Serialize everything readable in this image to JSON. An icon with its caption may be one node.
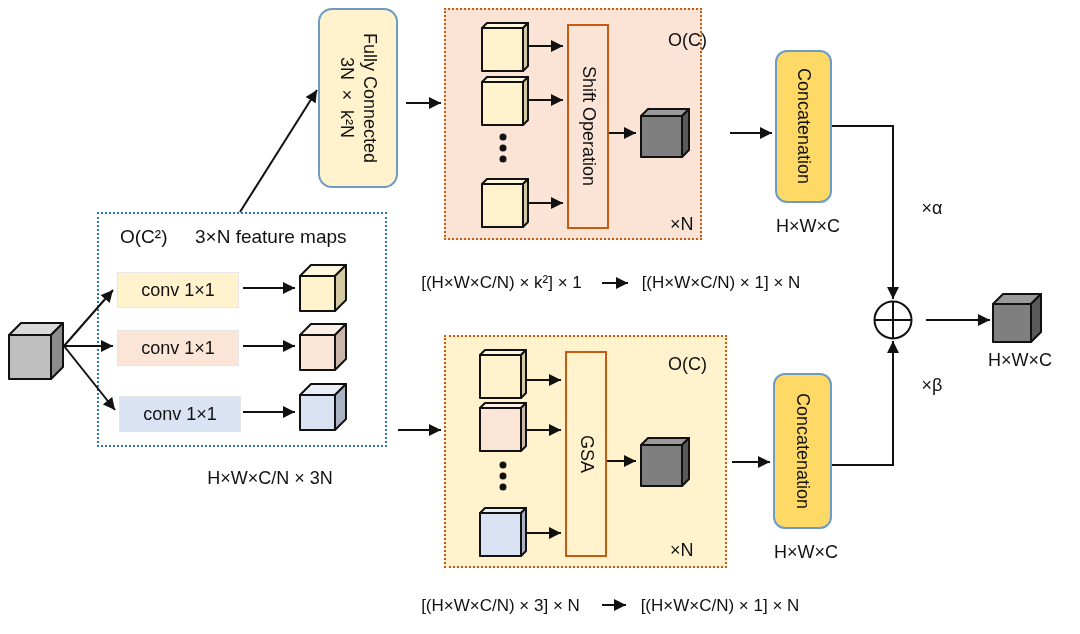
{
  "diagram": {
    "nodes": [
      {
        "text": [],
        "shape": "cube"
      },
      {
        "text": [
          "O(C²)",
          "3×N feature maps"
        ],
        "beside": [
          "H×W×C/N × 3N"
        ]
      },
      {
        "text": [
          "conv 1×1"
        ],
        "in": 1
      },
      {
        "text": [],
        "shape": "cube",
        "in": 1
      },
      {
        "text": [
          "conv 1×1"
        ],
        "in": 1
      },
      {
        "text": [],
        "shape": "cube",
        "in": 1
      },
      {
        "text": [
          "conv 1×1"
        ],
        "in": 1
      },
      {
        "text": [],
        "shape": "cube",
        "in": 1
      },
      {
        "text": [
          "Fully Connected",
          "3N × k²N"
        ]
      },
      {
        "text": [
          "O(C)",
          "×N"
        ]
      },
      {
        "text": [],
        "shape": "cube",
        "in": 9
      },
      {
        "text": [],
        "shape": "cube",
        "in": 9
      },
      {
        "text": [],
        "shape": "cube",
        "in": 9
      },
      {
        "text": [
          "Shift Operation"
        ],
        "in": 9
      },
      {
        "text": [],
        "shape": "cube",
        "in": 9
      },
      {
        "text": [
          "Concatenation"
        ],
        "beside": [
          "H×W×C"
        ]
      },
      {
        "text": [
          "[(H×W×C/N) × k²] × 1"
        ]
      },
      {
        "text": [
          "[(H×W×C/N) × 1] × N"
        ]
      },
      {
        "text": [
          "O(C)",
          "×N"
        ]
      },
      {
        "text": [],
        "shape": "cube",
        "in": 18
      },
      {
        "text": [],
        "shape": "cube",
        "in": 18
      },
      {
        "text": [],
        "shape": "cube",
        "in": 18
      },
      {
        "text": [
          "GSA"
        ],
        "in": 18
      },
      {
        "text": [],
        "shape": "cube",
        "in": 18
      },
      {
        "text": [
          "Concatenation"
        ],
        "beside": [
          "H×W×C"
        ]
      },
      {
        "text": [
          "[(H×W×C/N) × 3] × N"
        ]
      },
      {
        "text": [
          "[(H×W×C/N) × 1] × N"
        ]
      },
      {
        "text": [],
        "shape": "circle"
      },
      {
        "text": [],
        "shape": "cube",
        "beside": [
          "H×W×C"
        ]
      }
    ],
    "edges": [
      {
        "from": 0,
        "to": 2,
        "arrow": "to"
      },
      {
        "from": 0,
        "to": 4,
        "arrow": "to"
      },
      {
        "from": 0,
        "to": 6,
        "arrow": "to"
      },
      {
        "from": 2,
        "to": 3,
        "arrow": "to"
      },
      {
        "from": 4,
        "to": 5,
        "arrow": "to"
      },
      {
        "from": 6,
        "to": 7,
        "arrow": "to"
      },
      {
        "from": 1,
        "to": 8,
        "arrow": "to"
      },
      {
        "from": 8,
        "to": 9,
        "arrow": "to"
      },
      {
        "from": 10,
        "to": 13,
        "arrow": "to"
      },
      {
        "from": 11,
        "to": 13,
        "arrow": "to"
      },
      {
        "from": 12,
        "to": 13,
        "arrow": "to"
      },
      {
        "from": 13,
        "to": 14,
        "arrow": "to"
      },
      {
        "from": 9,
        "to": 15,
        "arrow": "to"
      },
      {
        "from": 16,
        "to": 17,
        "arrow": "to"
      },
      {
        "from": 1,
        "to": 18,
        "arrow": "to"
      },
      {
        "from": 19,
        "to": 22,
        "arrow": "to"
      },
      {
        "from": 20,
        "to": 22,
        "arrow": "to"
      },
      {
        "from": 21,
        "to": 22,
        "arrow": "to"
      },
      {
        "from": 22,
        "to": 23,
        "arrow": "to"
      },
      {
        "from": 18,
        "to": 24,
        "arrow": "to"
      },
      {
        "from": 25,
        "to": 26,
        "arrow": "to"
      },
      {
        "from": 15,
        "to": 27,
        "label": "×α",
        "arrow": "to"
      },
      {
        "from": 24,
        "to": 27,
        "label": "×β",
        "arrow": "to"
      },
      {
        "from": 27,
        "to": 28,
        "arrow": "to"
      }
    ]
  }
}
